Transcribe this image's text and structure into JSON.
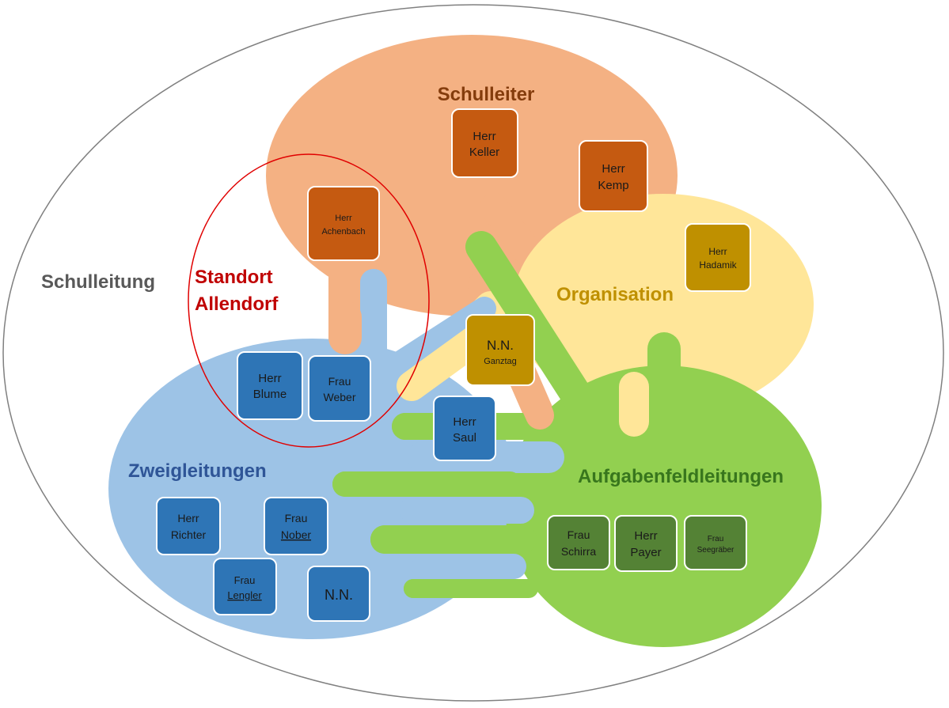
{
  "outer_label": "Schulleitung",
  "groups": {
    "schulleiter": {
      "label": "Schulleiter",
      "color": "#f4b183",
      "label_color": "#843c0c"
    },
    "organisation": {
      "label": "Organisation",
      "color": "#ffe699",
      "label_color": "#bf9000"
    },
    "zweigleitungen": {
      "label": "Zweigleitungen",
      "color": "#9dc3e6",
      "label_color": "#2f5597"
    },
    "aufgabenfeldleitungen": {
      "label": "Aufgabenfeldleitungen",
      "color": "#92d050",
      "label_color": "#38761d"
    },
    "standort": {
      "line1": "Standort",
      "line2": "Allendorf",
      "label_color": "#c00000"
    }
  },
  "people": {
    "keller": {
      "line1": "Herr",
      "line2": "Keller"
    },
    "kemp": {
      "line1": "Herr",
      "line2": "Kemp"
    },
    "achenbach": {
      "line1": "Herr",
      "line2": "Achenbach"
    },
    "hadamik": {
      "line1": "Herr",
      "line2": "Hadamik"
    },
    "nn_ganztag": {
      "line1": "N.N.",
      "line2": "Ganztag"
    },
    "blume": {
      "line1": "Herr",
      "line2": "Blume"
    },
    "weber": {
      "line1": "Frau",
      "line2": "Weber"
    },
    "saul": {
      "line1": "Herr",
      "line2": "Saul"
    },
    "richter": {
      "line1": "Herr",
      "line2": "Richter"
    },
    "nober": {
      "line1": "Frau",
      "line2": "Nober"
    },
    "lengler": {
      "line1": "Frau",
      "line2": "Lengler"
    },
    "nn_zweig": {
      "line1": "N.N."
    },
    "schirra": {
      "line1": "Frau",
      "line2": "Schirra"
    },
    "payer": {
      "line1": "Herr",
      "line2": "Payer"
    },
    "seegraeber": {
      "line1": "Frau",
      "line2": "Seegräber"
    }
  },
  "colors": {
    "schulleiter_box": "#c55a11",
    "organisation_box": "#bf9000",
    "zweig_box": "#2e75b6",
    "aufgaben_box": "#548235",
    "outer_ring": "#7f7f7f",
    "standort_ring": "#e00000"
  }
}
